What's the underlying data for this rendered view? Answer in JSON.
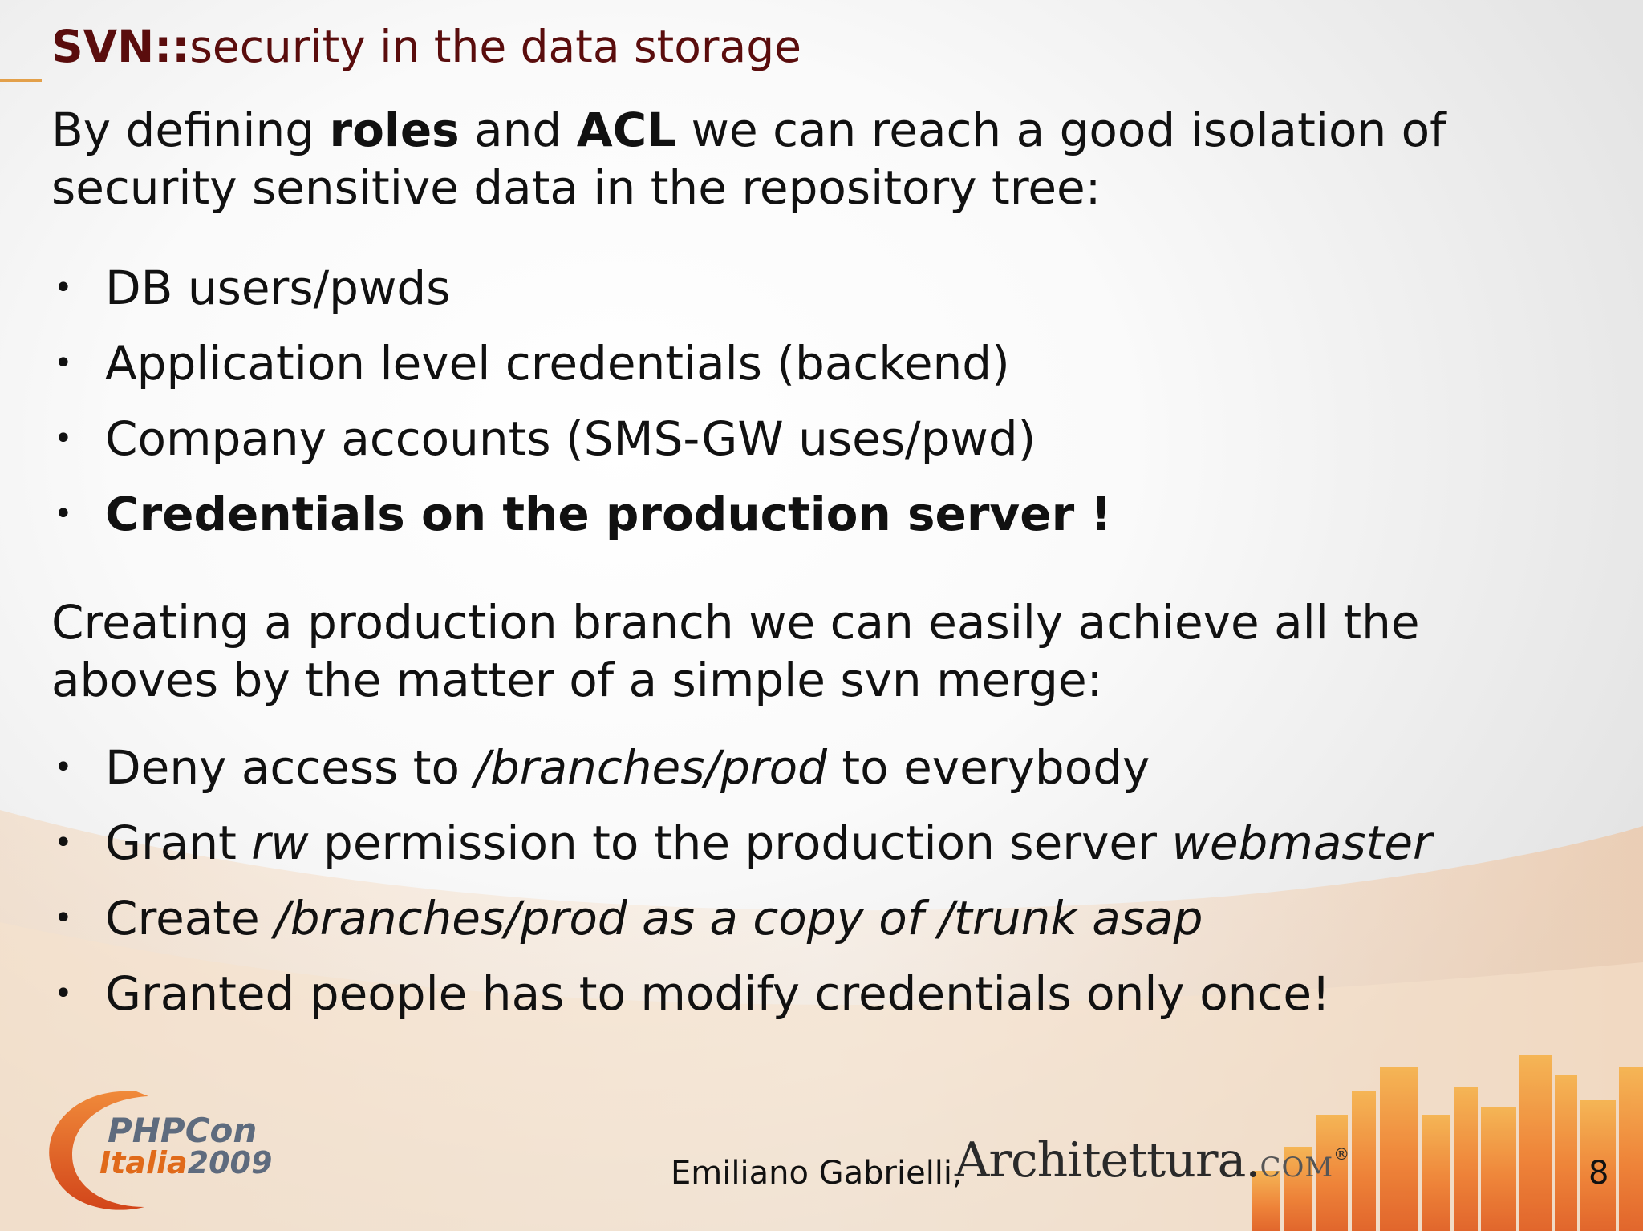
{
  "title": {
    "prefix": "SVN::",
    "text": "security in the data storage"
  },
  "intro": {
    "p1": "By defining ",
    "b1": "roles",
    "p2": " and ",
    "b2": "ACL",
    "p3": " we can reach a good isolation of security sensitive data in the  repository tree:"
  },
  "list1": [
    "DB users/pwds",
    "Application level credentials (backend)",
    "Company accounts (SMS-GW uses/pwd)",
    "Credentials on the production server !"
  ],
  "second_para": "Creating a production branch we can easily achieve all the aboves by the matter of a simple svn merge:",
  "list2": {
    "i1": {
      "a": "Deny access to ",
      "b": "/branches/prod",
      "c": " to everybody"
    },
    "i2": {
      "a": "Grant ",
      "b": "rw",
      "c": " permission to the production server ",
      "d": "webmaster"
    },
    "i3": {
      "a": "Create ",
      "b": "/branches/prod as a copy of  /trunk asap"
    },
    "i4": "Granted people has to modify credentials only once!"
  },
  "bullet_char": "•",
  "footer": {
    "author": "Emiliano Gabrielli,",
    "brand_main": "Architettura.",
    "brand_suffix": "COM",
    "brand_mark": "®",
    "page_number": "8"
  },
  "logo": {
    "line1": "PHPCon",
    "line2_a": "Italia",
    "line2_b": "2009"
  },
  "colors": {
    "title": "#5a0d0d",
    "accent": "#e3a04a",
    "logo_orange": "#e06a1a",
    "logo_gray": "#5e6b7e"
  }
}
